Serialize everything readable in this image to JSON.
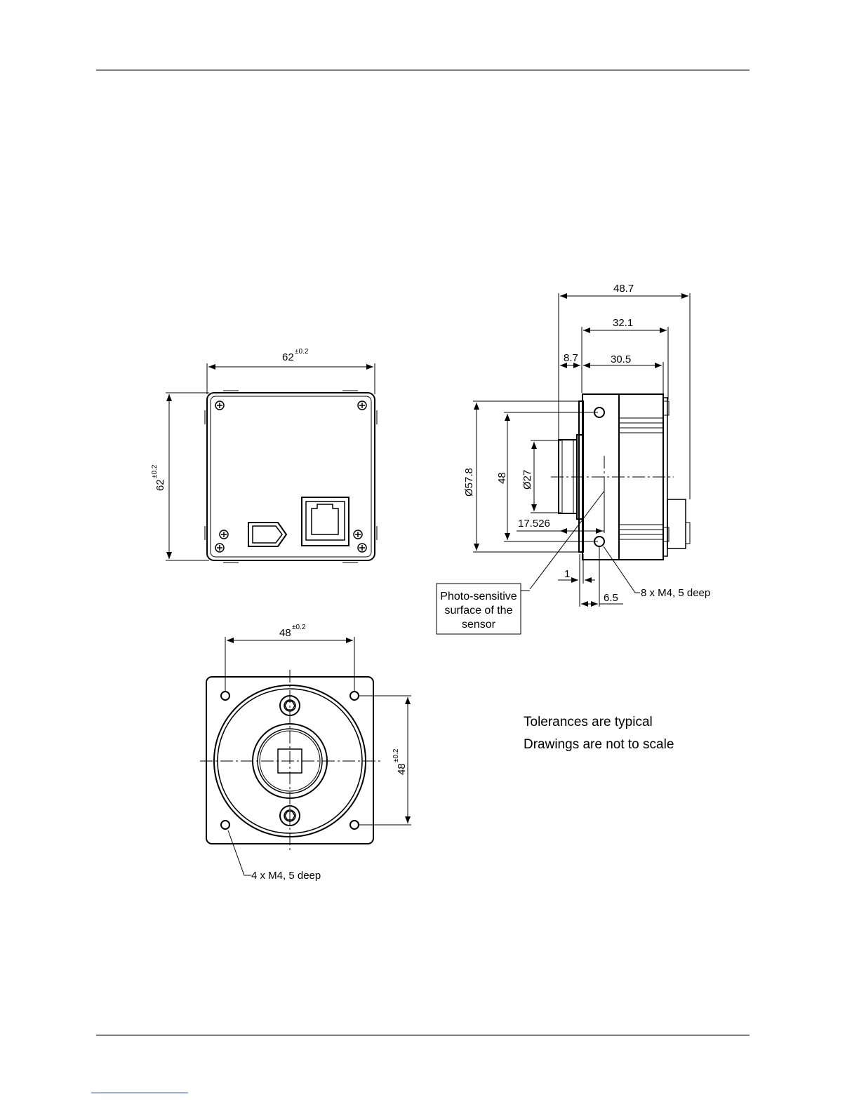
{
  "rear_view": {
    "width_value": "62",
    "width_tol": "±0.2",
    "height_value": "62",
    "height_tol": "±0.2"
  },
  "side_view": {
    "dim_overall": "48.7",
    "dim_body": "32.1",
    "dim_flange": "8.7",
    "dim_rear": "30.5",
    "dim_diameter_outer": "Ø57.8",
    "dim_pitch": "48",
    "dim_diameter_inner": "Ø27",
    "dim_sensor": "17.526",
    "dim_step": "1",
    "dim_hole_offset": "6.5",
    "label_holes": "8 x M4, 5 deep",
    "callout_line1": "Photo-sensitive",
    "callout_line2": "surface of the",
    "callout_line3": "sensor"
  },
  "front_view": {
    "width_value": "48",
    "width_tol": "±0.2",
    "height_value": "48",
    "height_tol": "±0.2",
    "label_holes": "4 x M4, 5 deep"
  },
  "notes": {
    "line1": "Tolerances are typical",
    "line2": "Drawings are not to scale"
  },
  "colors": {
    "ink": "#000000",
    "link_rule": "#3a5bd0"
  }
}
